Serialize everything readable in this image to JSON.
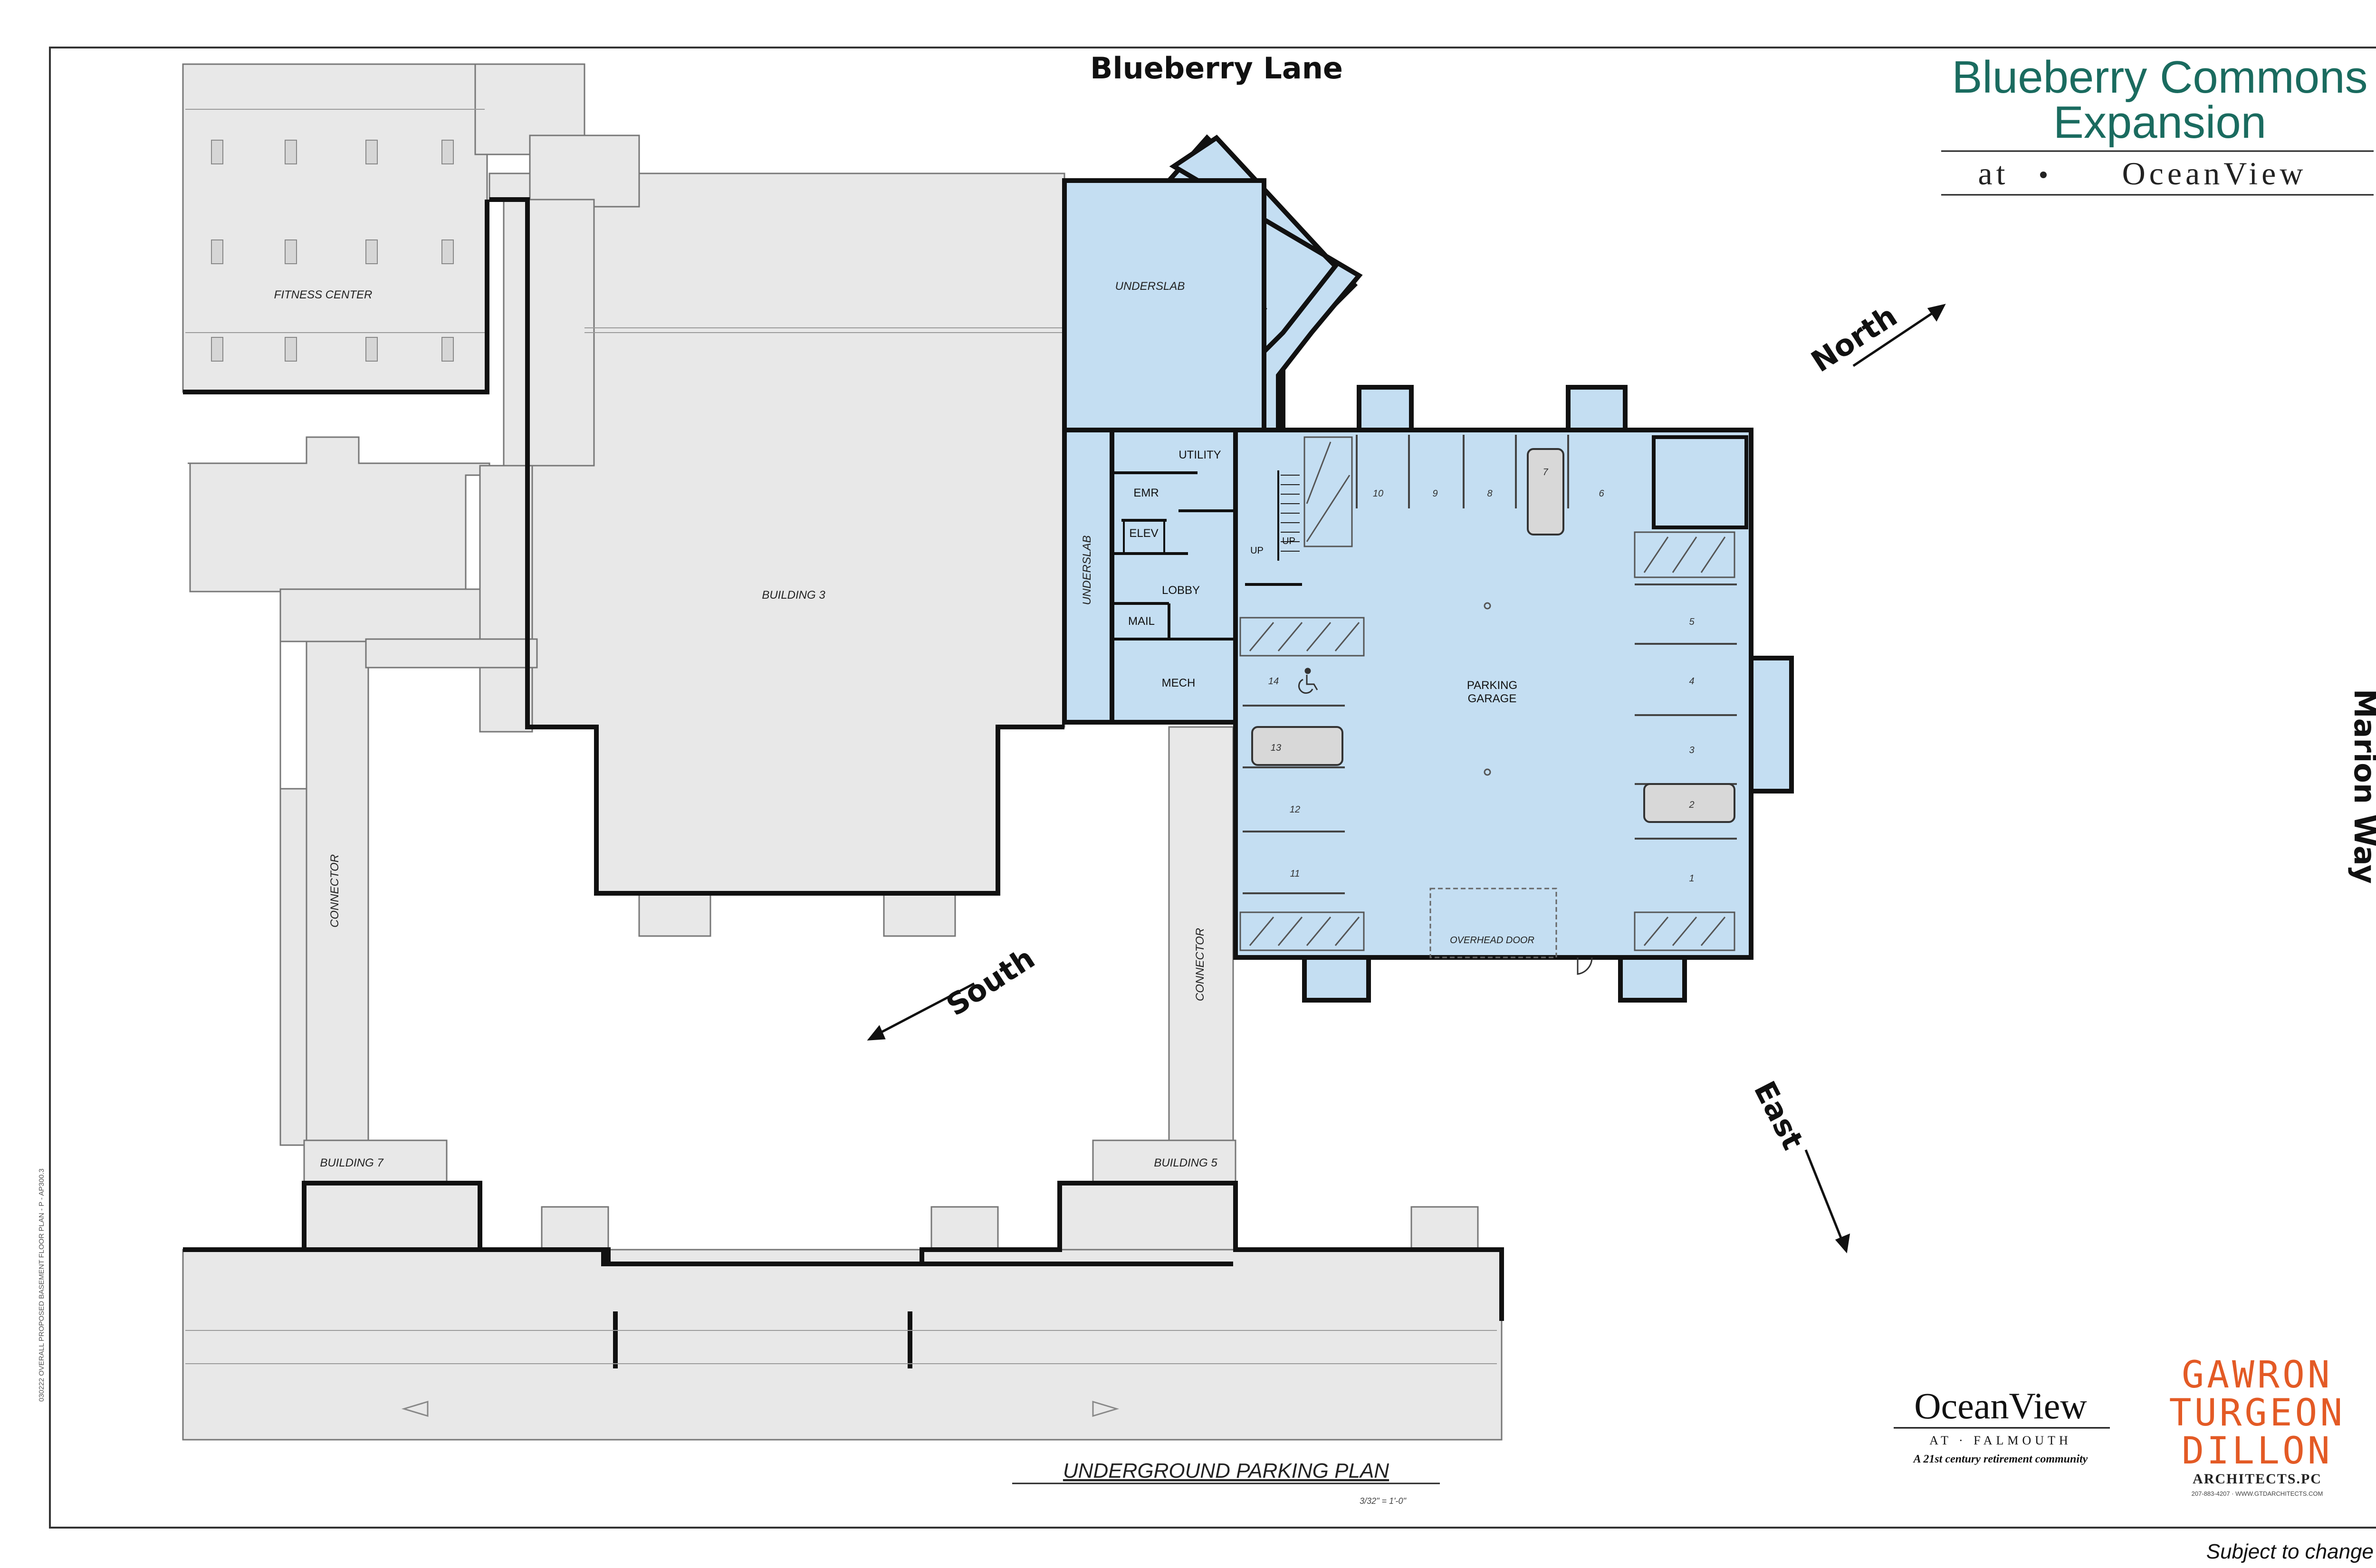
{
  "title": {
    "line1": "Blueberry Commons",
    "line2": "Expansion",
    "sub_at": "at",
    "sub_name": "OceanView"
  },
  "streets": {
    "north": "Blueberry Lane",
    "east": "Marion Way"
  },
  "directions": {
    "north": "North",
    "south": "South",
    "east": "East"
  },
  "rooms": {
    "fitness_center": "FITNESS CENTER",
    "building_3": "BUILDING 3",
    "underslab_top": "UNDERSLAB",
    "underslab_side": "UNDERSLAB",
    "utility": "UTILITY",
    "emr": "EMR",
    "elev": "ELEV",
    "lobby": "LOBBY",
    "mail": "MAIL",
    "mech": "MECH",
    "up1": "UP",
    "up2": "UP",
    "parking_garage_1": "PARKING",
    "parking_garage_2": "GARAGE",
    "overhead_door": "OVERHEAD DOOR",
    "connector_left": "CONNECTOR",
    "connector_right": "CONNECTOR",
    "building_7": "BUILDING 7",
    "building_5": "BUILDING 5"
  },
  "parking_spaces": {
    "top": [
      "10",
      "9",
      "8",
      "7",
      "6"
    ],
    "right": [
      "5",
      "4",
      "3",
      "2",
      "1"
    ],
    "left": [
      "14",
      "13",
      "12",
      "11"
    ]
  },
  "plan_title": "UNDERGROUND PARKING PLAN",
  "scale": "3/32\" = 1'-0\"",
  "side_note": "030222 OVERALL PROPOSED BASEMENT FLOOR PLAN - P - AP300.3",
  "disclaimer": "Subject to change",
  "logo_oceanview": {
    "name": "OceanView",
    "sub": "AT · FALMOUTH",
    "tagline": "A 21st century retirement community"
  },
  "logo_gtd": {
    "line1": "GAWRON",
    "line2": "TURGEON",
    "line3": "DILLON",
    "line4": "ARCHITECTS.PC",
    "contact": "207-883-4207 · WWW.GTDARCHITECTS.COM"
  },
  "colors": {
    "building_gray": "#e8e8e8",
    "garage_blue": "#c4def2",
    "title_green": "#1a6b5f",
    "gtd_orange": "#e35a25",
    "line": "#1a1a1a"
  }
}
